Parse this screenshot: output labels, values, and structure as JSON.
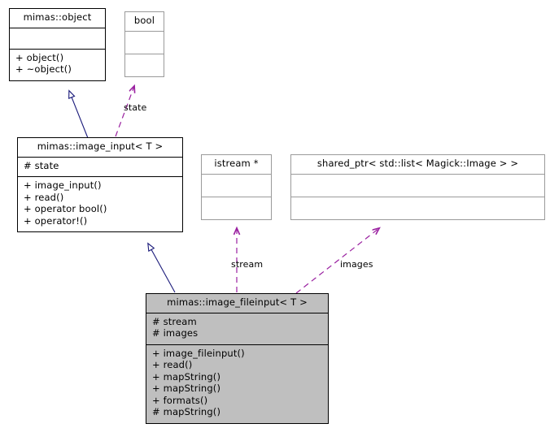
{
  "diagram": {
    "type": "uml-class-collaboration-diagram",
    "background": "#ffffff",
    "inheritance_color": "#1a1a7a",
    "association_color": "#9a20a0",
    "focus_fill": "#bfbfbf",
    "plain_border": "#9a9a9a"
  },
  "nodes": {
    "object": {
      "title": "mimas::object",
      "attributes": [],
      "operations": [
        "+ object()",
        "+ ~object()"
      ],
      "style": "class"
    },
    "bool": {
      "title": "bool",
      "attributes": [],
      "operations": [],
      "style": "plain"
    },
    "image_input": {
      "title": "mimas::image_input< T >",
      "attributes": [
        "# state"
      ],
      "operations": [
        "+ image_input()",
        "+ read()",
        "+ operator bool()",
        "+ operator!()"
      ],
      "style": "class"
    },
    "istream": {
      "title": "istream *",
      "attributes": [],
      "operations": [],
      "style": "plain"
    },
    "shared_ptr": {
      "title": "shared_ptr< std::list< Magick::Image > >",
      "attributes": [],
      "operations": [],
      "style": "plain"
    },
    "image_fileinput": {
      "title": "mimas::image_fileinput< T >",
      "attributes": [
        "# stream",
        "# images"
      ],
      "operations": [
        "+ image_fileinput()",
        "+ read()",
        "+ mapString()",
        "+ mapString()",
        "+ formats()",
        "# mapString()"
      ],
      "style": "focus"
    }
  },
  "edges": [
    {
      "id": "inherit-image_input-object",
      "kind": "inheritance",
      "from": "image_input",
      "to": "object",
      "label": ""
    },
    {
      "id": "assoc-image_input-bool",
      "kind": "association",
      "from": "image_input",
      "to": "bool",
      "label": "state"
    },
    {
      "id": "inherit-image_fileinput-image_input",
      "kind": "inheritance",
      "from": "image_fileinput",
      "to": "image_input",
      "label": ""
    },
    {
      "id": "assoc-image_fileinput-istream",
      "kind": "association",
      "from": "image_fileinput",
      "to": "istream",
      "label": "stream"
    },
    {
      "id": "assoc-image_fileinput-shared_ptr",
      "kind": "association",
      "from": "image_fileinput",
      "to": "shared_ptr",
      "label": "images"
    }
  ],
  "edge_labels": {
    "state": "state",
    "stream": "stream",
    "images": "images"
  }
}
